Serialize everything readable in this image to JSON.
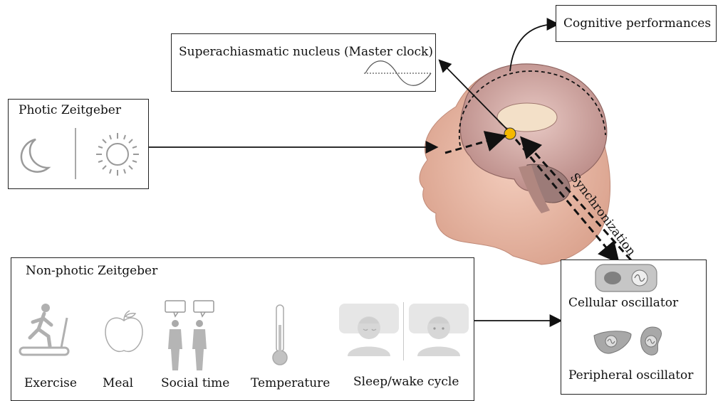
{
  "labels": {
    "cognitive": "Cognitive performances",
    "scn": "Superachiasmatic nucleus (Master clock)",
    "photic": "Photic Zeitgeber",
    "nonphotic": "Non-photic Zeitgeber",
    "synchronization": "Synchronization",
    "cellular": "Cellular oscillator",
    "peripheral": "Peripheral oscillator"
  },
  "zeitgebers": [
    {
      "label": "Exercise"
    },
    {
      "label": "Meal"
    },
    {
      "label": "Social time"
    },
    {
      "label": "Temperature"
    },
    {
      "label": "Sleep/wake cycle"
    }
  ],
  "colors": {
    "scn_dot": "#f5b800",
    "icon_gray": "#9a9a9a",
    "skin": "#e9b9a6",
    "brain": "#c99a97"
  },
  "icons": [
    "moon-icon",
    "sun-icon",
    "treadmill-runner-icon",
    "apple-icon",
    "two-people-talking-icon",
    "thermometer-icon",
    "sleeping-person-icon",
    "waking-person-icon",
    "cell-icon",
    "liver-icon",
    "kidney-icon",
    "sine-wave-icon"
  ]
}
